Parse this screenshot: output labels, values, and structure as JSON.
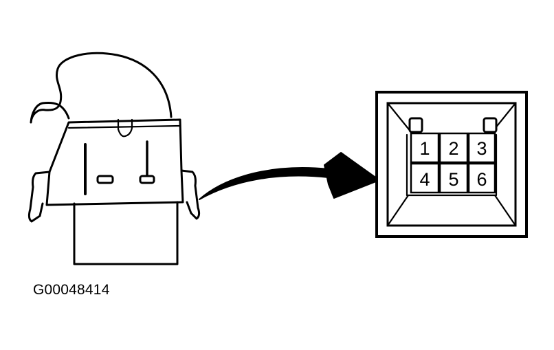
{
  "figure_id": "G00048414",
  "connector": {
    "terminals": [
      "1",
      "2",
      "3",
      "4",
      "5",
      "6"
    ]
  },
  "colors": {
    "line": "#000000",
    "background": "#ffffff"
  }
}
